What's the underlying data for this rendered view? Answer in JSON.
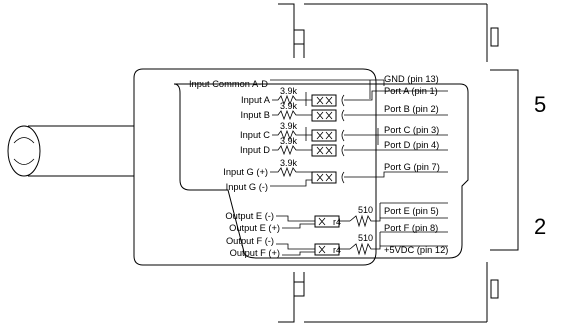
{
  "left_labels": {
    "common": "Input Common A-D",
    "input_a": "Input A",
    "input_b": "Input B",
    "input_c": "Input C",
    "input_d": "Input D",
    "input_g_pos": "Input G (+)",
    "input_g_neg": "Input G (-)",
    "output_e_neg": "Output E (-)",
    "output_e_pos": "Output E (+)",
    "output_f_neg": "Output F (-)",
    "output_f_pos": "Output F (+)"
  },
  "right_labels": {
    "gnd": "GND (pin 13)",
    "port_a": "Port A (pin 1)",
    "port_b": "Port B (pin 2)",
    "port_c": "Port C (pin 3)",
    "port_d": "Port D (pin 4)",
    "port_g": "Port G (pin 7)",
    "port_e": "Port E (pin 5)",
    "port_f": "Port F (pin 8)",
    "vdc": "+5VDC (pin 12)"
  },
  "resistors": {
    "r_a": "3.9k",
    "r_b": "3.9k",
    "r_c": "3.9k",
    "r_d": "3.9k",
    "r_g": "3.9k",
    "r_e": "510",
    "r_f": "510"
  },
  "side_numbers": {
    "top": "5",
    "bottom": "2"
  }
}
